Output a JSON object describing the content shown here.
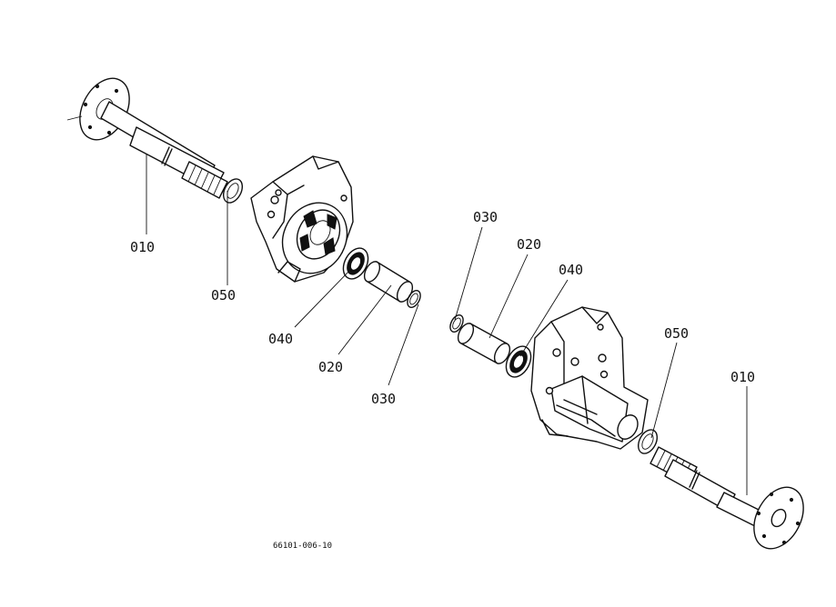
{
  "callouts": {
    "left_axle": "010",
    "left_seal": "050",
    "left_bearing": "040",
    "left_collar": "020",
    "left_snap_ring": "030",
    "right_snap_ring": "030",
    "right_collar": "020",
    "right_bearing": "040",
    "right_seal": "050",
    "right_axle": "010"
  },
  "reference_code": "66101-006-10"
}
